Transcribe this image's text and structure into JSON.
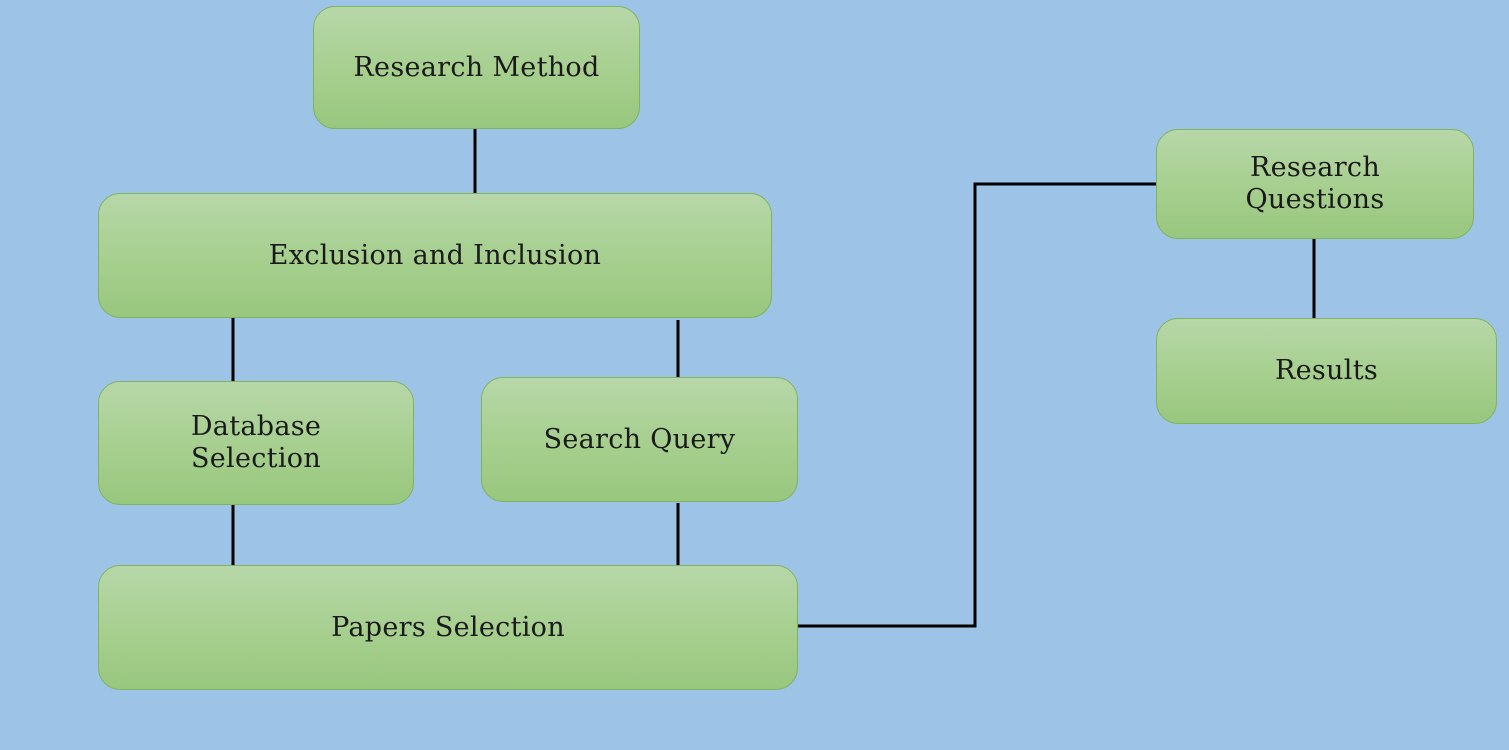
{
  "diagram": {
    "nodes": {
      "research_method": "Research Method",
      "exclusion_inclusion": "Exclusion and Inclusion",
      "database_selection": "Database\nSelection",
      "search_query": "Search Query",
      "papers_selection": "Papers Selection",
      "research_questions": "Research\nQuestions",
      "results": "Results"
    },
    "edges": [
      [
        "Research Method",
        "Exclusion and Inclusion"
      ],
      [
        "Exclusion and Inclusion",
        "Database Selection"
      ],
      [
        "Exclusion and Inclusion",
        "Search Query"
      ],
      [
        "Database Selection",
        "Papers Selection"
      ],
      [
        "Search Query",
        "Papers Selection"
      ],
      [
        "Papers Selection",
        "Research Questions"
      ],
      [
        "Research Questions",
        "Results"
      ]
    ],
    "colors": {
      "background": "#9dc3e6",
      "node_fill": "#a6cf8e",
      "node_border": "#7fb35f",
      "connector": "#000000"
    }
  }
}
